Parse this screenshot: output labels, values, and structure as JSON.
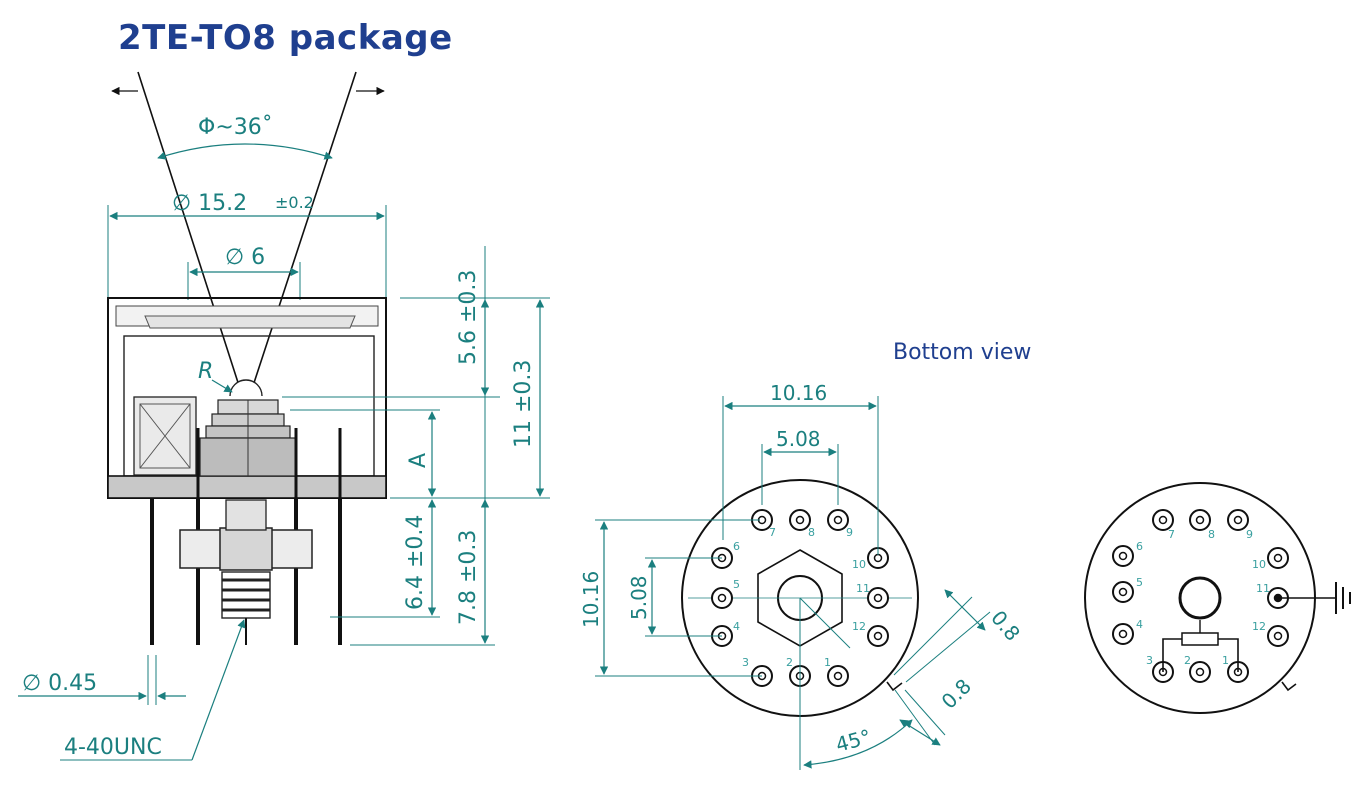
{
  "title": "2TE-TO8 package",
  "bottom_view_label": "Bottom view",
  "side_view": {
    "fov_label": "Φ~36˚",
    "outer_diameter": "∅ 15.2",
    "outer_diameter_tol": "±0.2",
    "window_diameter": "∅ 6",
    "radius_label": "R",
    "height_a": "A",
    "top_dim": "5.6 ±0.3",
    "total_dim": "11 ±0.3",
    "pin_dim_1": "6.4 ±0.4",
    "pin_dim_2": "7.8 ±0.3",
    "pin_diameter": "∅ 0.45",
    "thread": "4-40UNC"
  },
  "bottom_view": {
    "pitch_wide": "10.16",
    "pitch_narrow": "5.08",
    "pitch_wide_v": "10.16",
    "pitch_narrow_v": "5.08",
    "tab_dim_1": "0.8",
    "tab_dim_2": "0.8",
    "angle": "45°",
    "pins": [
      "1",
      "2",
      "3",
      "4",
      "5",
      "6",
      "7",
      "8",
      "9",
      "10",
      "11",
      "12"
    ]
  },
  "schematic_view": {
    "pins": [
      "1",
      "2",
      "3",
      "4",
      "5",
      "6",
      "7",
      "8",
      "9",
      "10",
      "11",
      "12"
    ]
  },
  "colors": {
    "title": "#1f3f8f",
    "dimension": "#1b7f7f",
    "outline": "#111111"
  }
}
